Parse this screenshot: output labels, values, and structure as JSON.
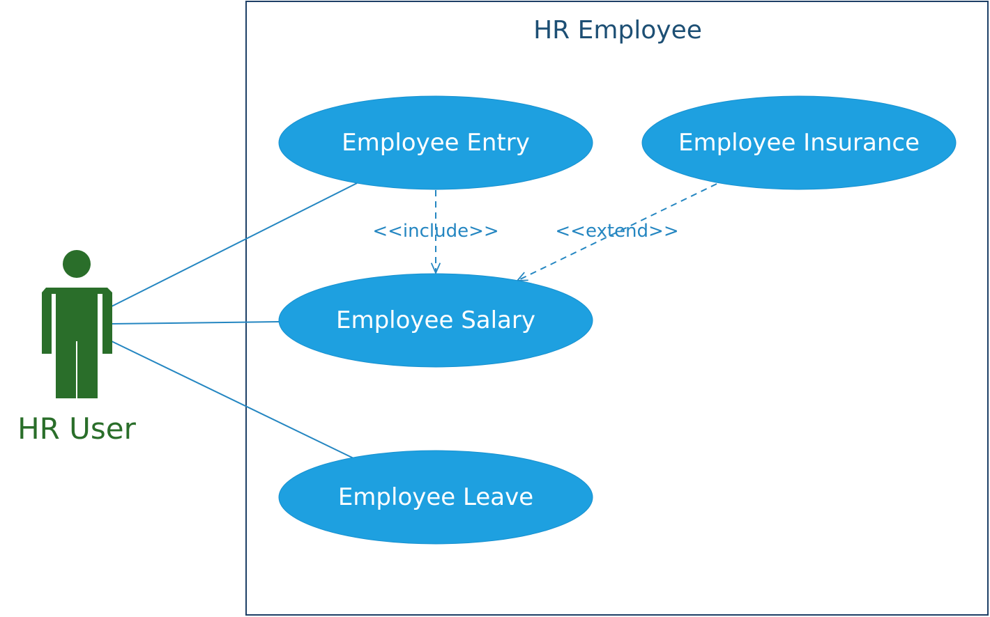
{
  "system": {
    "title": "HR Employee"
  },
  "actor": {
    "name": "HR User"
  },
  "use_cases": {
    "entry": "Employee Entry",
    "insurance": "Employee Insurance",
    "salary": "Employee Salary",
    "leave": "Employee Leave"
  },
  "relationships": {
    "include": "<<include>>",
    "extend": "<<extend>>"
  },
  "colors": {
    "use_case_fill": "#1ea0e0",
    "actor": "#2a6e2a",
    "line": "#2486c1",
    "boundary": "#1d3f66"
  }
}
